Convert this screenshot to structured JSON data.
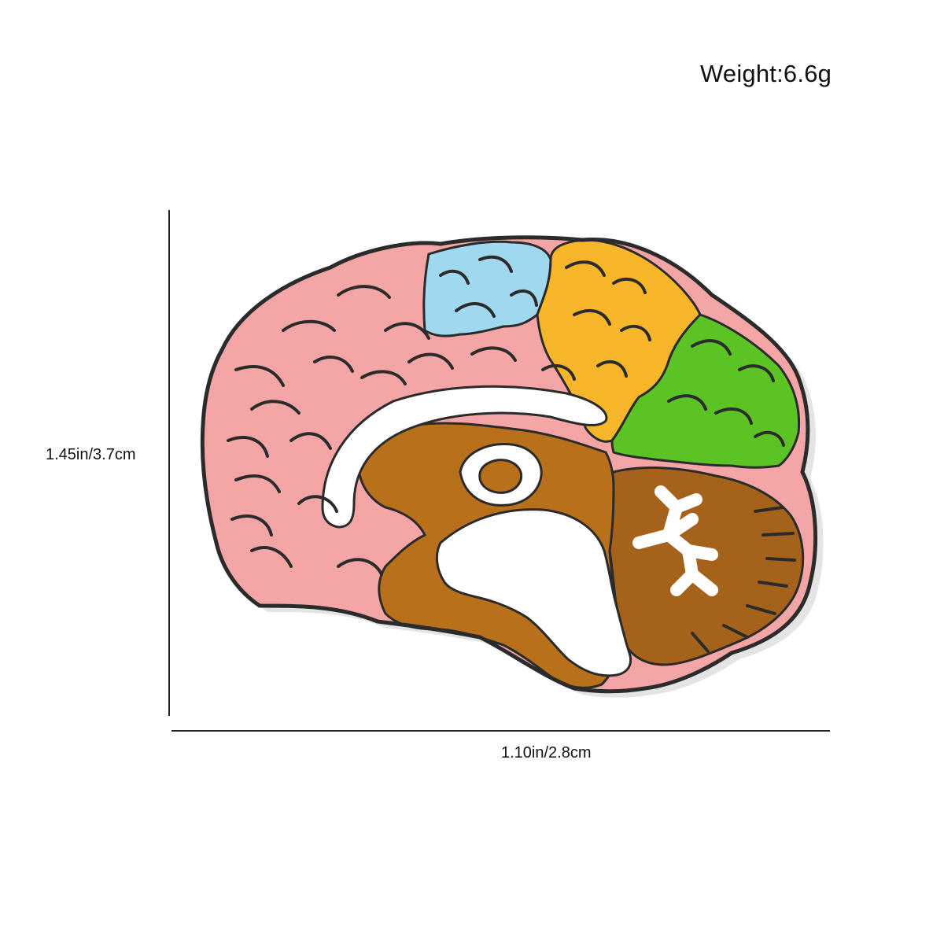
{
  "labels": {
    "weight": "Weight:6.6g",
    "height": "1.45in/3.7cm",
    "width": "1.10in/2.8cm"
  },
  "colors": {
    "outline": "#2b2b2b",
    "frontal": "#f4a6a6",
    "parietal": "#9fd8ef",
    "occipital": "#f8b62a",
    "visual": "#5cc325",
    "brainstem": "#b8701a",
    "cerebellum": "#a5621b",
    "white_matter": "#ffffff",
    "shadow": "#e4e4e4"
  }
}
